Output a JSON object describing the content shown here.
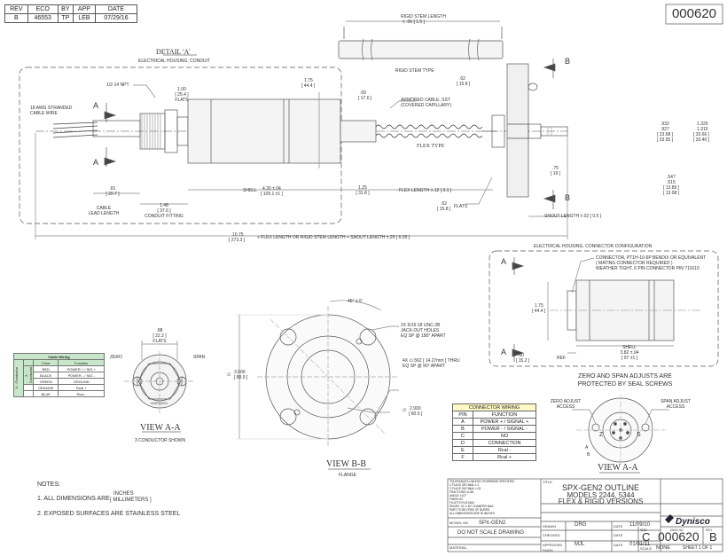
{
  "rev_block": {
    "headers": [
      "REV",
      "ECO",
      "BY",
      "APP",
      "DATE"
    ],
    "row": [
      "B",
      "46553",
      "TP",
      "LEB",
      "07/29/16"
    ]
  },
  "doc_number": "000620",
  "detail_a": {
    "title": "DETAIL 'A'",
    "subtitle": "ELECTRICAL HOUSING, CONDUIT",
    "npt": "1/2-14 NPT",
    "wire": [
      "18 AWG STRANDED",
      "CABLE WIRE"
    ],
    "flats_dim": [
      "1.00",
      "[ 25.4 ]",
      "FLATS"
    ],
    "housing_dia": [
      "1.75",
      "[ 44.4 ]"
    ],
    "cable_len": [
      ".81",
      "[ 20.7 ]"
    ],
    "cable_label": [
      "CABLE",
      "LEAD LENGTH"
    ],
    "conduit_len": [
      "1.48",
      "[ 37.6 ]"
    ],
    "conduit_label": "CONDUIT FITTING",
    "shell": [
      "SHELL",
      "4.30 ±.04",
      "[ 109.1 ±1 ]"
    ],
    "section_a": "A"
  },
  "stem": {
    "rigid_len": [
      "RIGID STEM LENGTH",
      "± .06 [ 1.5 ]"
    ],
    "rigid_type": "RIGID STEM TYPE",
    "dia_69": [
      ".69",
      "[ 17.6 ]"
    ],
    "dia_62a": [
      ".62",
      "[ 15.8 ]"
    ],
    "armored": [
      "ARMORED CABLE, SST",
      "(COVERED CAPILLARY)"
    ],
    "flex_type": "FLEX TYPE",
    "dim_125": [
      "1.25",
      "[ 31.8 ]"
    ],
    "flex_len": "FLEX LENGTH ±.12 [ 3.1 ]",
    "dim_62b": [
      ".62",
      "[ 15.8 ]",
      "FLATS"
    ],
    "dim_75": [
      ".75",
      "[ 19 ]"
    ],
    "snout": "SNOUT LENGTH ±.02 [ 0.5 ]",
    "overall": [
      "10.75",
      "[ 273.3 ]",
      "+ FLEX LENGTH OR RIGID STEM LENGTH  +  SNOUT LENGTH ±.25 [ 6.35 ]"
    ],
    "section_b": "B",
    "right_dims": [
      ".932",
      ".927",
      "[ 23.68 ]",
      "[ 23.55 ]",
      "1.325",
      "1.315",
      "[ 33.66 ]",
      "[ 33.40 ]",
      ".547",
      ".515",
      "[ 13.89 ]",
      "[ 13.08 ]"
    ]
  },
  "cable_wiring": {
    "title": "Cable Wiring",
    "headers": [
      "Color",
      "Function"
    ],
    "side_outer": "6 - Conductor",
    "side_inner": "3 - Conductor",
    "rows": [
      [
        "RED",
        "POWER + / SIG +"
      ],
      [
        "BLACK",
        "POWER - / SIG -"
      ],
      [
        "GREEN",
        "GROUND"
      ],
      [
        "ORANGE",
        "Rcal +"
      ],
      [
        "BLUE",
        "Rcal -"
      ]
    ]
  },
  "view_aa_left": {
    "zero": "ZERO",
    "span": "SPAN",
    "dim": [
      ".88",
      "[ 22.2 ]",
      "FLATS"
    ],
    "warning": "WARNING",
    "title": "VIEW A-A",
    "subtitle": "3 CONDUCTOR SHOWN"
  },
  "view_bb": {
    "angle": "45° ± 5'",
    "holes1": [
      "2X 5/16-18 UNC-2B",
      "JACK-OUT HOLES",
      "EQ SP @ 180° APART"
    ],
    "holes2": [
      "4X ∅.562 [ 14.27mm ] THRU",
      "EQ SP @ 90° APART"
    ],
    "outer_dia": [
      "∅",
      "3.500",
      "[ 88.9 ]"
    ],
    "bolt_circle": [
      "∅",
      "2.900",
      "[ 60.5 ]"
    ],
    "title": "VIEW B-B",
    "subtitle": "FLANGE"
  },
  "connector_cfg": {
    "title": "ELECTRICAL HOUSING, CONNECTOR CONFIGURATION",
    "note": [
      "CONNECTOR, PT1H-10-6P BENDIX OR EQUIVALENT",
      "( MATING CONNECTOR REQUIRED )",
      "WEATHER TIGHT, 6 PIN CONNECTOR  PIN 711610"
    ],
    "dia": [
      "1.75",
      "[ 44.4 ]"
    ],
    "ref": [
      ".60",
      "[ 15.2 ]",
      "REF"
    ],
    "shell": [
      "SHELL",
      "3.82 ±.04",
      "[ 97 ±1 ]"
    ],
    "section_a": "A"
  },
  "zero_span_note": [
    "ZERO AND SPAN ADJUSTS ARE",
    "PROTECTED BY SEAL SCREWS"
  ],
  "connector_wiring": {
    "title": "CONNECTOR WIRING",
    "headers": [
      "PIN",
      "FUNCTION"
    ],
    "rows": [
      [
        "A",
        "POWER + / SIGNAL +"
      ],
      [
        "B",
        "POWER - / SIGNAL -"
      ],
      [
        "C",
        "NO"
      ],
      [
        "D",
        "CONNECTION"
      ],
      [
        "E",
        "Rcal -"
      ],
      [
        "F",
        "Rcal +"
      ]
    ]
  },
  "view_aa_right": {
    "zero": [
      "ZERO ADJUST",
      "ACCESS"
    ],
    "span": [
      "SPAN ADJUST",
      "ACCESS"
    ],
    "pins": [
      "Z",
      "S",
      "A",
      "B"
    ],
    "title": "VIEW A-A"
  },
  "notes": {
    "heading": "NOTES:",
    "n1_prefix": "1. ALL DIMENSIONS ARE",
    "n1_units": [
      "INCHES",
      "[ MILLIMETERS ]"
    ],
    "n2": "2. EXPOSED SURFACES ARE STAINLESS STEEL"
  },
  "title_block": {
    "tolerance": [
      "TOLERANCES UNLESS OTHERWISE SPECIFIED",
      "1 PLACE DECIMAL ±.1",
      "2 PLACE DECIMAL ±.03",
      "FRACTIONS ±1/64",
      "ANGLE ±1/2°",
      "FINISH 63",
      "FILLETS R.03 MAX",
      "EDGES .01 X 45° CHAMFER MAX",
      "PART TO BE FREE OF BURRS",
      "ALL DIMENSIONS ARE IN INCHES"
    ],
    "model_no_label": "MODEL NO",
    "model_no": "SPX-GEN2",
    "do_not_scale": "DO NOT SCALE DRAWING",
    "material_label": "MATERIAL",
    "title_label": "TITLE",
    "title_lines": [
      "SPX-GEN2 OUTLINE",
      "MODELS 2244, 5344",
      "FLEX & RIGID VERSIONS"
    ],
    "drawn_label": "DRAWN",
    "drawn": "DRG",
    "drawn_date": "11/09/10",
    "checked_label": "CHECKED",
    "approved_label": "APPROVED",
    "approved": "MJL",
    "approved_date": "01/01/11",
    "finish_label": "FINISH",
    "date_label": "DATE",
    "brand": "Dynisco",
    "size_label": "SIZE",
    "size": "C",
    "dwg_label": "DWG NO",
    "dwg": "000620",
    "rev_label": "REV",
    "rev": "B",
    "scale_label": "SCALE",
    "scale": "NONE",
    "sheet": "SHEET  1  OF  1"
  }
}
